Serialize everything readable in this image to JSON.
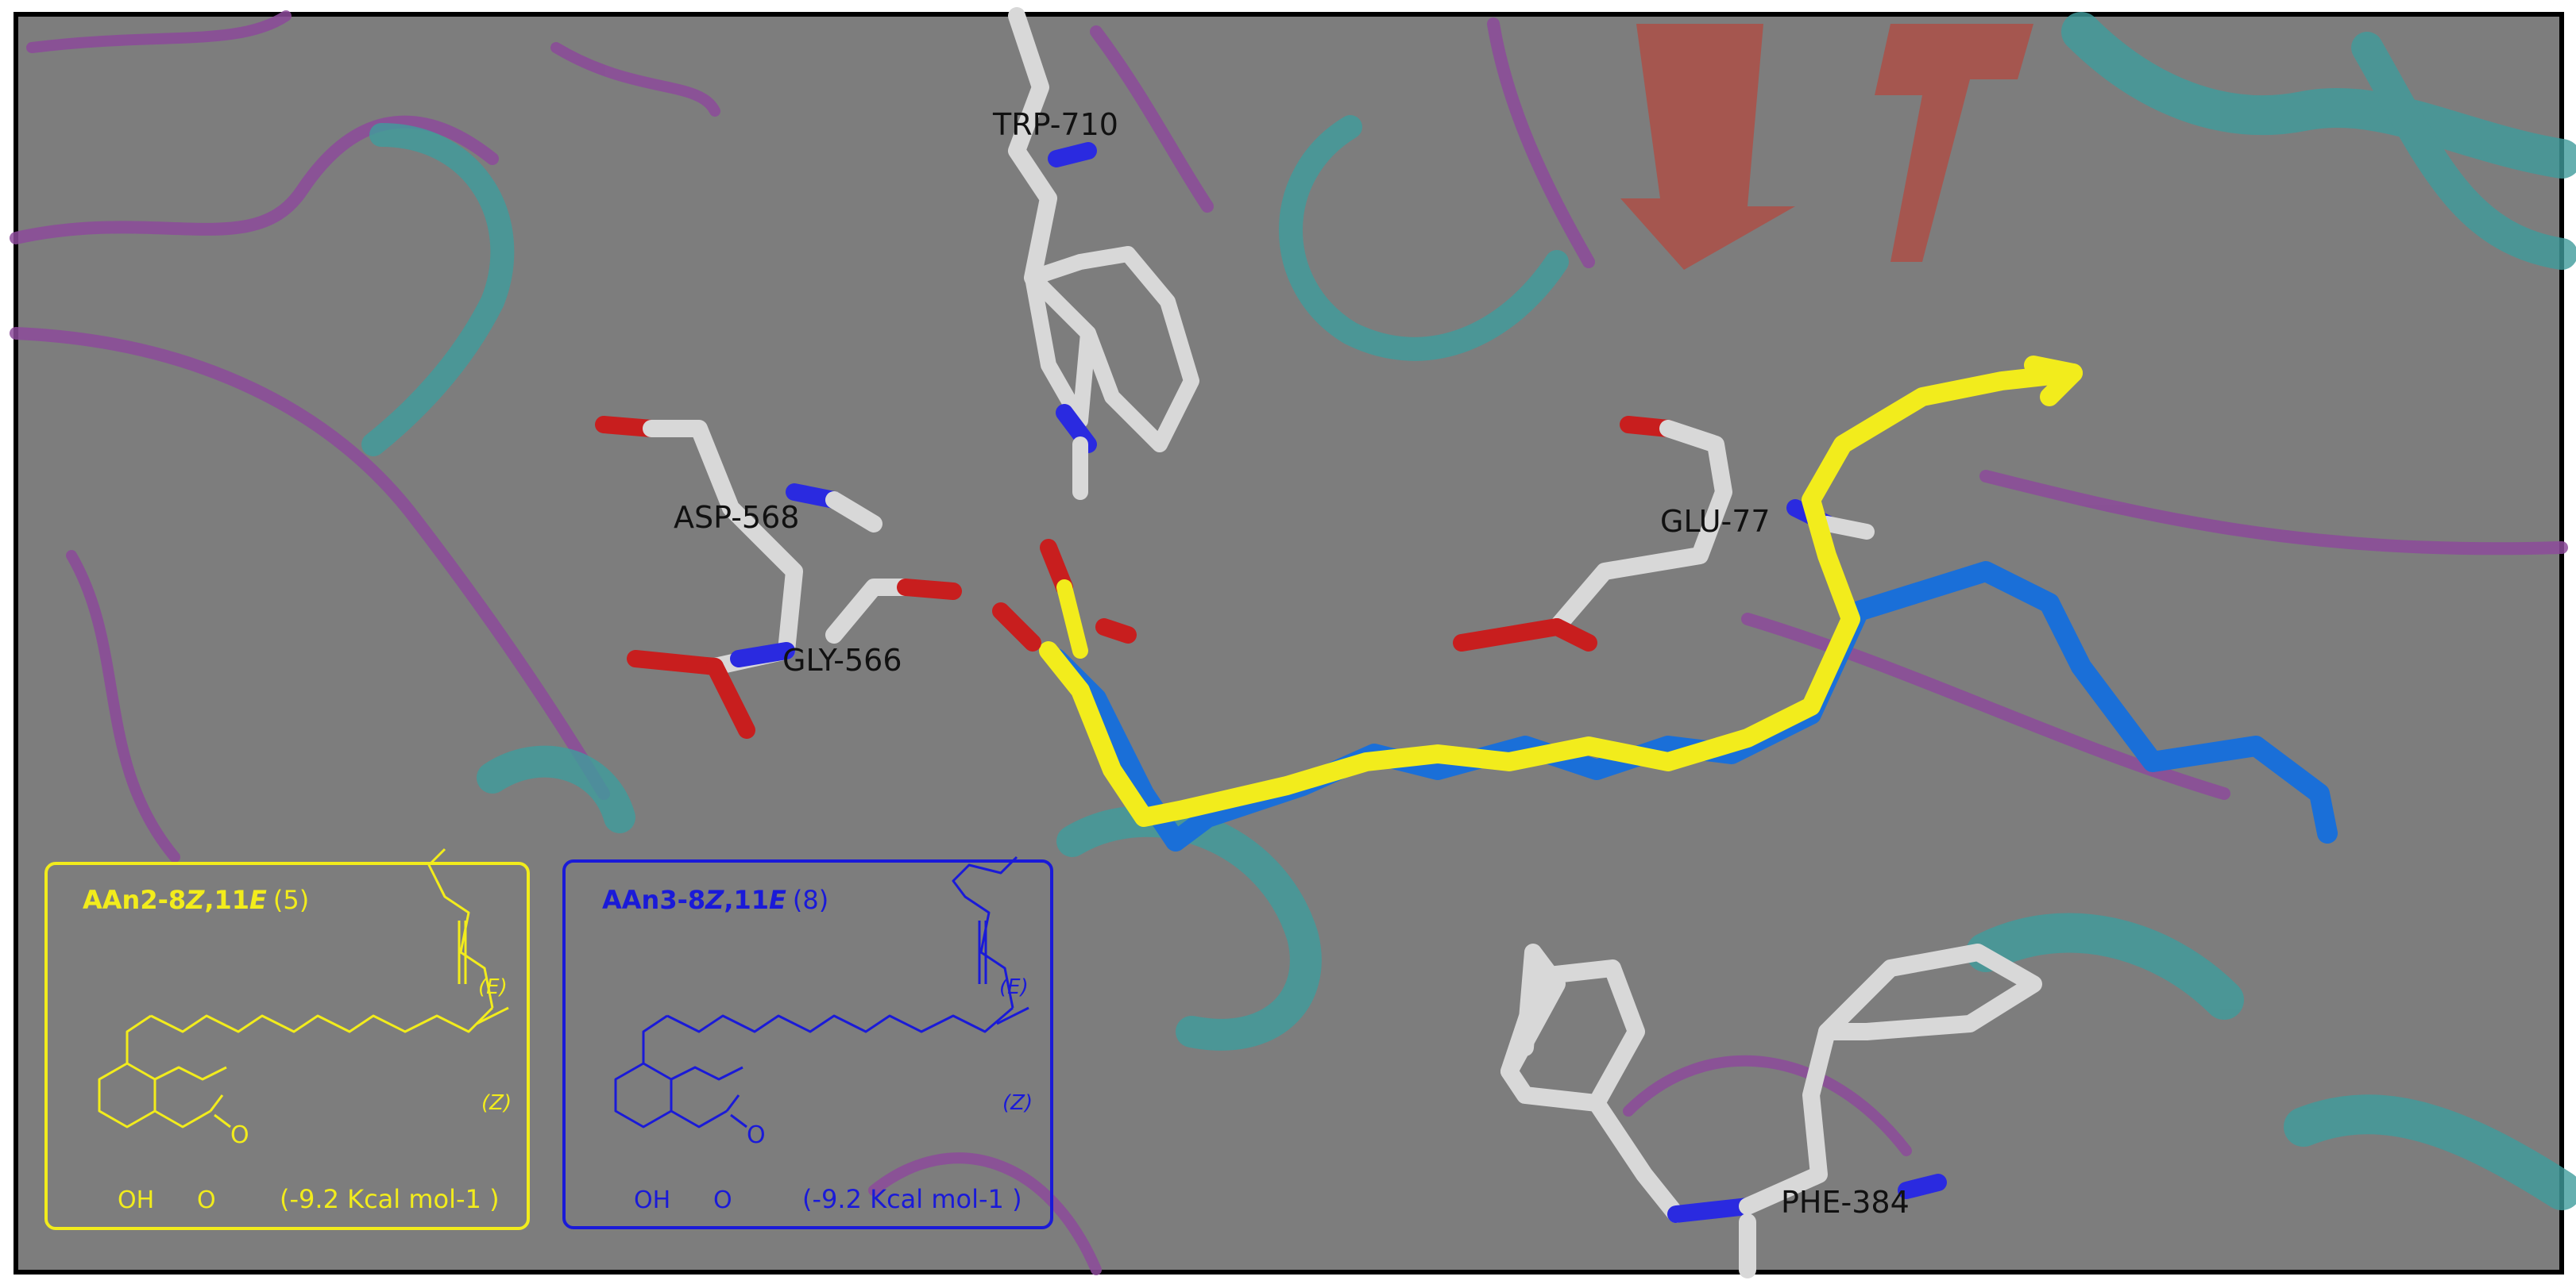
{
  "residues": {
    "trp": "TRP-710",
    "asp": "ASP-568",
    "gly": "GLY-566",
    "glu": "GLU-77",
    "phe": "PHE-384"
  },
  "compounds": [
    {
      "name_prefix": "AAn2-8",
      "name_z": "Z",
      "name_sep": ",11",
      "name_e": "E",
      "number": "(5)",
      "energy": "(-9.2 Kcal mol-1 )",
      "oh_label": "OH",
      "o_label_1": "O",
      "o_label_2": "O",
      "e_label": "(E)",
      "z_label": "(Z)",
      "color": "#f2ec1c"
    },
    {
      "name_prefix": "AAn3-8",
      "name_z": "Z",
      "name_sep": ",11",
      "name_e": "E",
      "number": "(8)",
      "energy": "(-9.2 Kcal mol-1 )",
      "oh_label": "OH",
      "o_label_1": "O",
      "o_label_2": "O",
      "e_label": "(E)",
      "z_label": "(Z)",
      "color": "#1a1ad8"
    }
  ],
  "colors": {
    "background": "#7d7d7d",
    "ribbon_magenta": "#8c4a9a",
    "ribbon_cyan": "#3f9c9c",
    "ribbon_red": "#b34a40",
    "carbon_white": "#d8d8d8",
    "oxygen_red": "#c81e1e",
    "nitrogen_blue": "#2a2ae0",
    "ligand_yellow": "#f2ec1c",
    "ligand_blue": "#1a6fd8"
  }
}
